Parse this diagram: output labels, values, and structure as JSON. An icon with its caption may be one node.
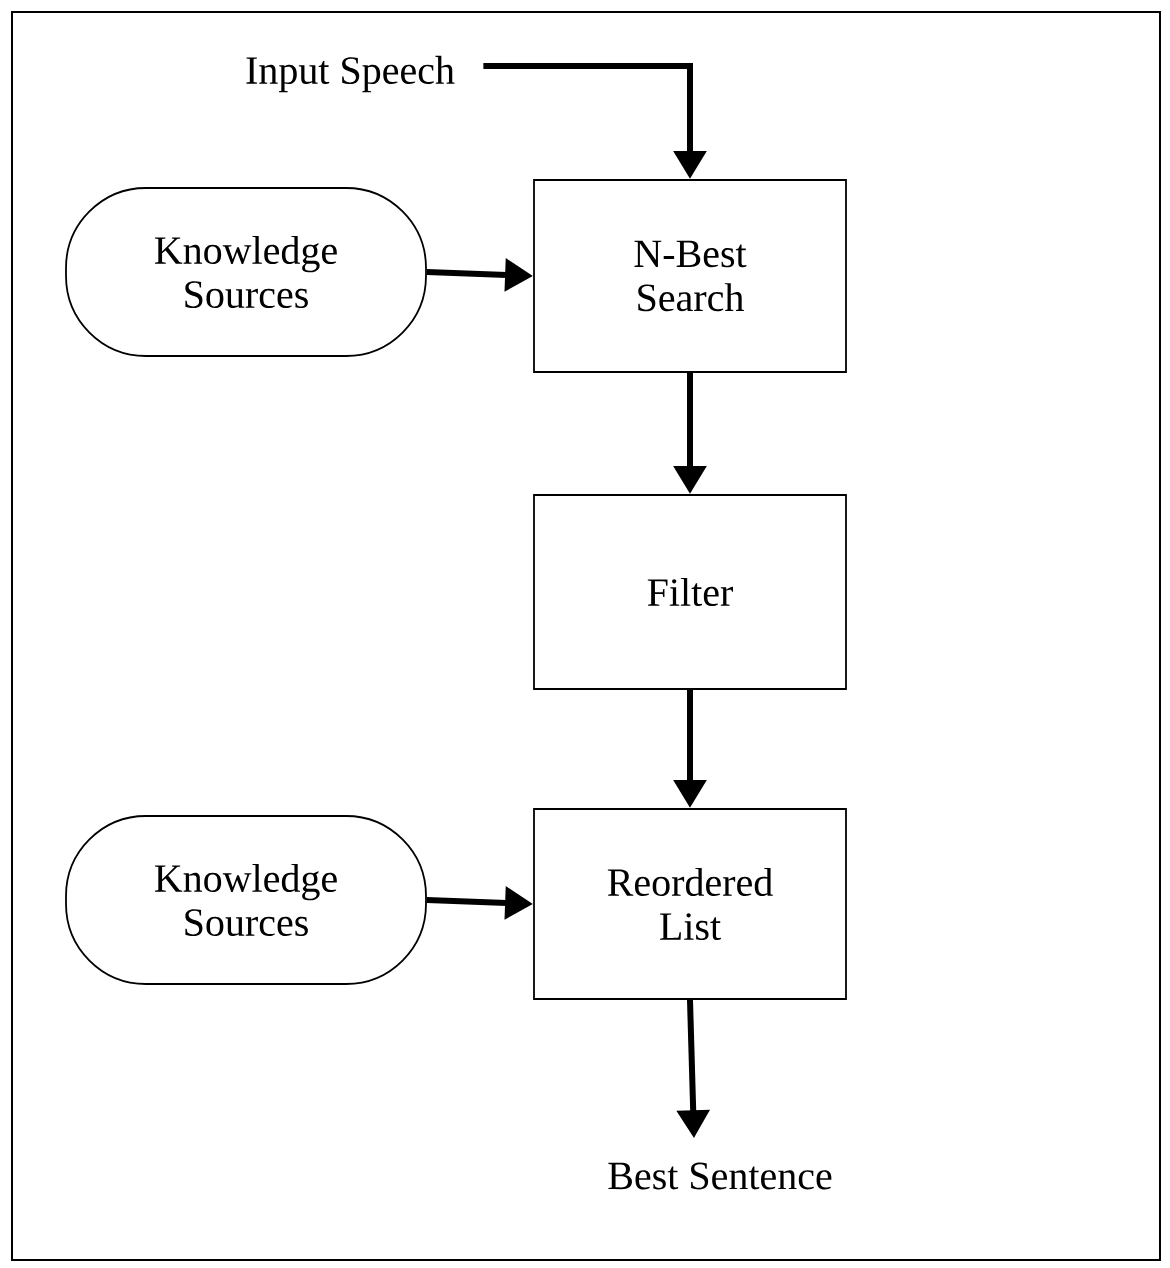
{
  "diagram": {
    "nodes": [
      {
        "text": [
          "Input Speech"
        ]
      },
      {
        "text": [
          "Knowledge Sources"
        ]
      },
      {
        "text": [
          "N-Best Search"
        ]
      },
      {
        "text": [
          "Filter"
        ]
      },
      {
        "text": [
          "Knowledge Sources"
        ]
      },
      {
        "text": [
          "Reordered List"
        ]
      },
      {
        "text": [
          "Best Sentence"
        ]
      }
    ],
    "edges": [
      {
        "from": 0,
        "to": 2,
        "arrow": "to"
      },
      {
        "from": 1,
        "to": 2,
        "arrow": "to"
      },
      {
        "from": 2,
        "to": 3,
        "arrow": "to"
      },
      {
        "from": 3,
        "to": 5,
        "arrow": "to"
      },
      {
        "from": 4,
        "to": 5,
        "arrow": "to"
      },
      {
        "from": 5,
        "to": 6,
        "arrow": "to"
      }
    ]
  }
}
